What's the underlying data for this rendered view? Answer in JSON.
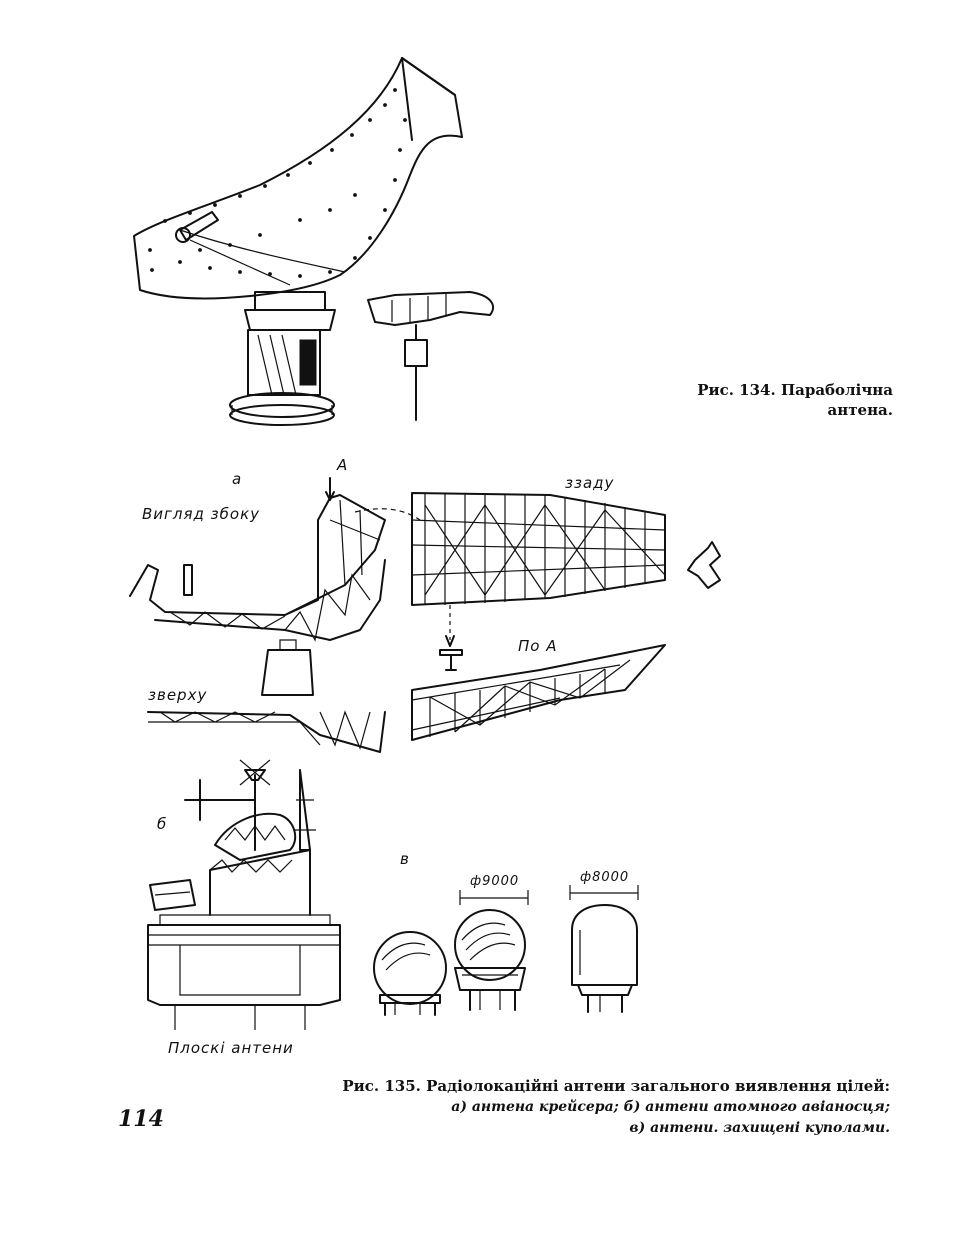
{
  "figure134": {
    "caption_line1": "Рис. 134. Параболічна",
    "caption_line2": "антена."
  },
  "figure135": {
    "labels": {
      "a": "а",
      "a_side_view": "Вигляд збоку",
      "a_arrow": "A",
      "a_rear": "ззаду",
      "a_top": "зверху",
      "a_by_a": "По A",
      "b": "б",
      "v": "в",
      "dim1": "ф9000",
      "dim2": "ф8000",
      "flat": "Плоскі антени"
    },
    "caption_line1": "Рис. 135. Радіолокаційні антени загального виявлення цілей:",
    "caption_line2": "а) антена крейсера; б) антени атомного авіаносця;",
    "caption_line3": "в) антени. захищені куполами."
  },
  "page_number": "114"
}
